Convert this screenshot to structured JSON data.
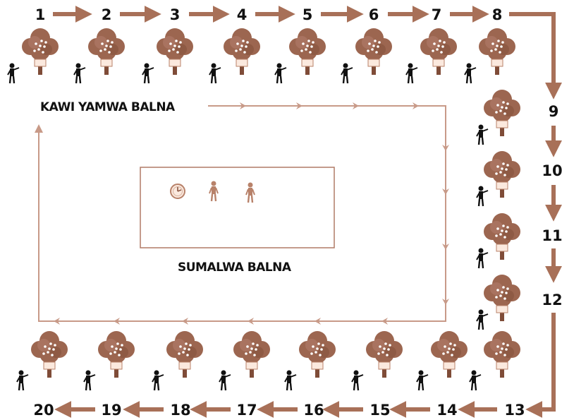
{
  "labels": {
    "outer_route": "KAWI YAMWA BALNA",
    "inner_area": "SUMALWA BALNA"
  },
  "station_numbers": [
    "1",
    "2",
    "3",
    "4",
    "5",
    "6",
    "7",
    "8",
    "9",
    "10",
    "11",
    "12",
    "13",
    "14",
    "15",
    "16",
    "17",
    "18",
    "19",
    "20"
  ],
  "icons": {
    "tree": "tree-with-signboard-icon",
    "person": "person-pointing-icon",
    "clock": "clock-icon",
    "standing_person": "standing-person-icon"
  },
  "colors": {
    "tree": "#9c6650",
    "tree_dark": "#7f4c38",
    "arrow_thick": "#a87058",
    "arrow_thin": "#c89a88",
    "person": "#111111",
    "inner_person": "#b8826a",
    "text": "#111111"
  }
}
